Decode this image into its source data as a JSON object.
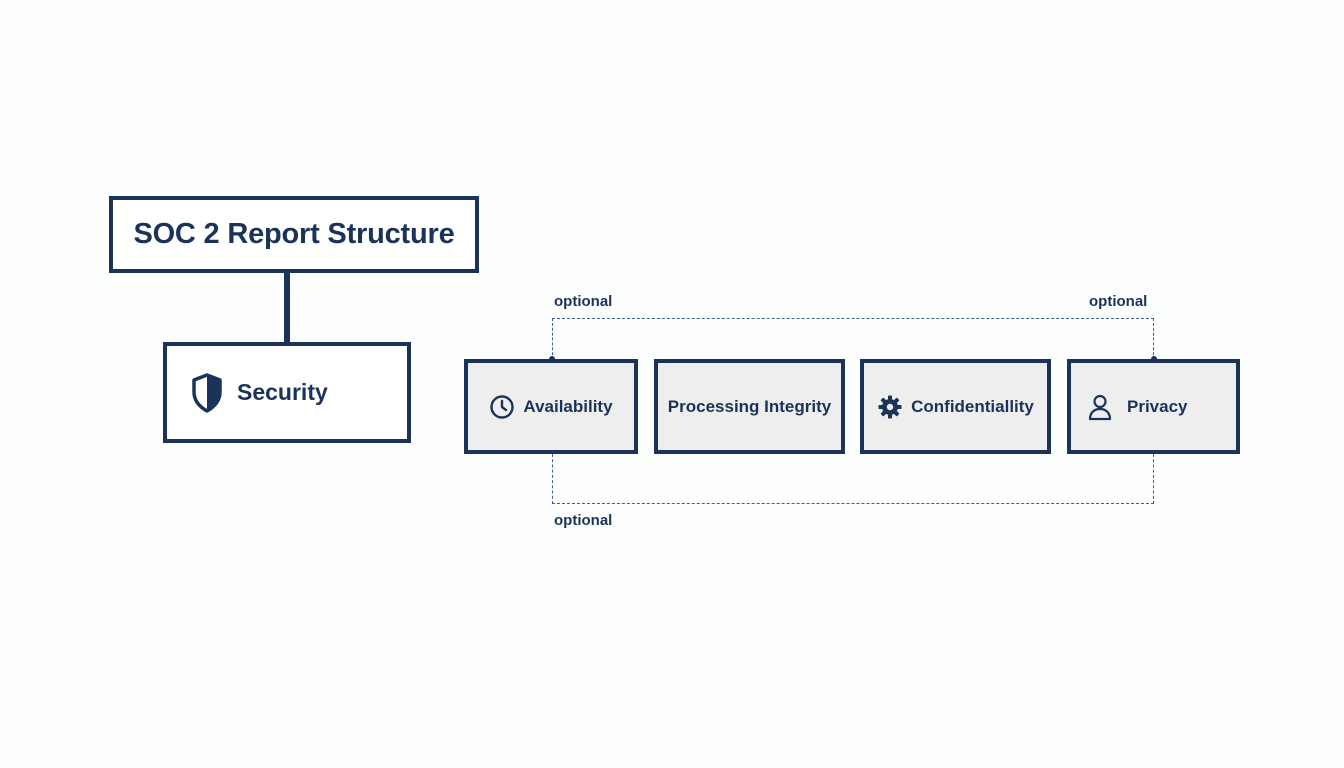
{
  "diagram": {
    "title": "SOC 2 Report Structure",
    "root_criterion": {
      "label": "Security",
      "icon": "shield-icon"
    },
    "optional_criteria": [
      {
        "label": "Availability",
        "icon": "clock-icon"
      },
      {
        "label": "Processing Integrity",
        "icon": ""
      },
      {
        "label": "Confidentiallity",
        "icon": "gear-icon"
      },
      {
        "label": "Privacy",
        "icon": "user-icon"
      }
    ],
    "optional_labels": [
      "optional",
      "optional",
      "optional"
    ]
  },
  "colors": {
    "primary": "#1b3358",
    "box_fill": "#eeeeee",
    "background": "#fdfefe"
  }
}
